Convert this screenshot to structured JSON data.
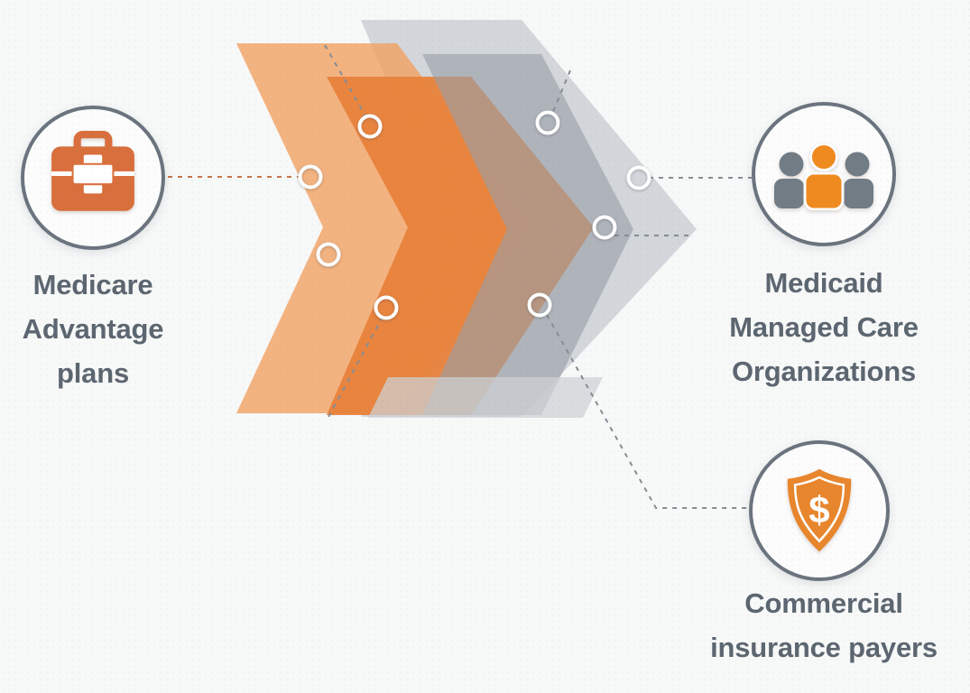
{
  "background_color": "#f7f8f8",
  "palette": {
    "orange_bright": "#e8823b",
    "orange_light": "#f1a161",
    "gray_mid": "#99a0a8",
    "gray_light": "#c9cdd2",
    "gray_strip": "#cdd1d6",
    "connector_gray": "#858c94",
    "connector_orange": "#c4754a",
    "ring_white": "#ffffff",
    "node_border": "#6b747e",
    "node_fill": "#fcfcfd",
    "text_color": "#5c6670",
    "bag_orange": "#d96f3c",
    "people_orange": "#ef8a1f",
    "people_gray": "#717c85",
    "shield_orange": "#e8862d"
  },
  "nodes": {
    "medicare": {
      "icon": "medical-bag-icon",
      "lines": [
        "Medicare",
        "Advantage",
        "plans"
      ]
    },
    "medicaid": {
      "icon": "people-group-icon",
      "lines": [
        "Medicaid",
        "Managed Care",
        "Organizations"
      ]
    },
    "commercial": {
      "icon": "dollar-shield-icon",
      "lines": [
        "Commercial",
        "insurance payers"
      ]
    }
  },
  "shield_symbol": "$"
}
